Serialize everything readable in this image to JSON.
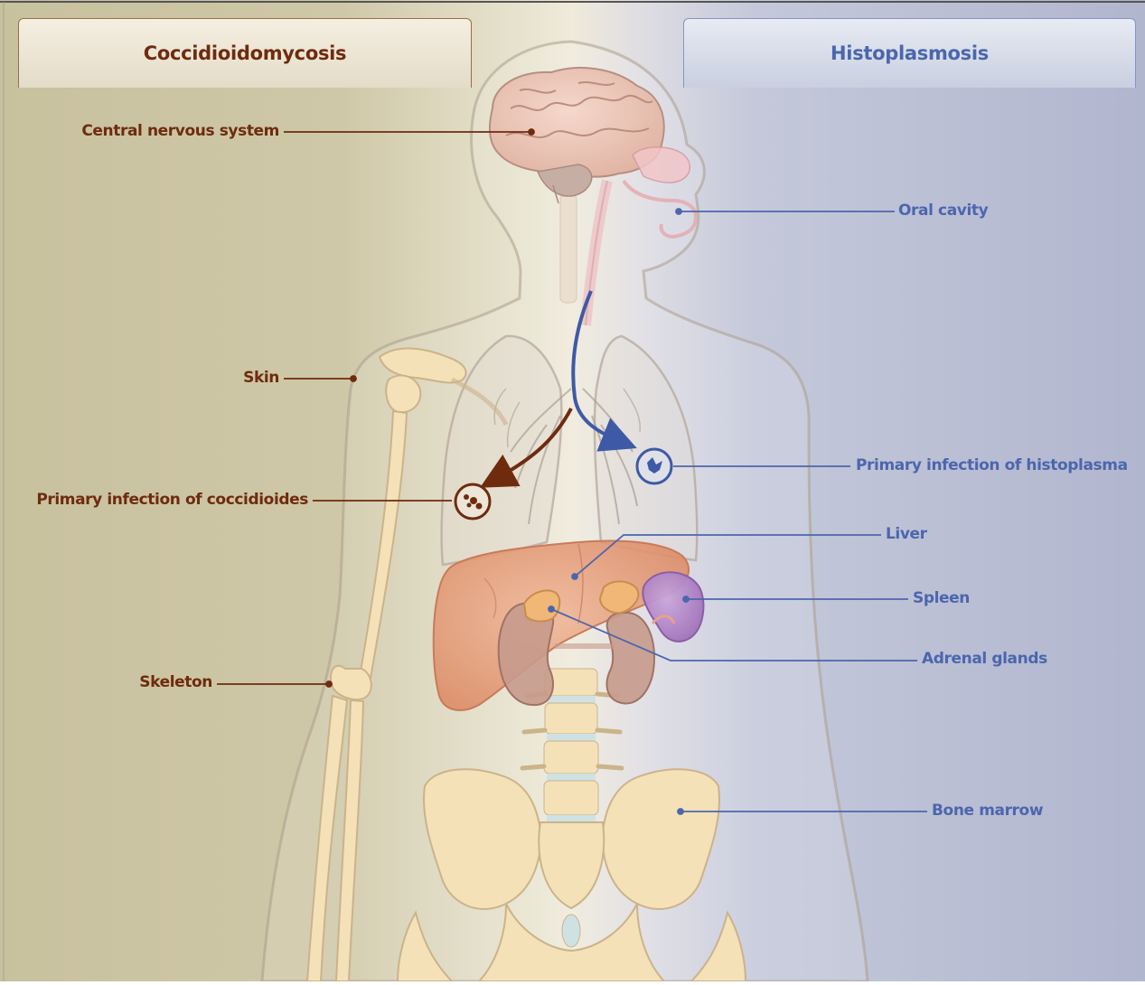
{
  "panels": {
    "left_title": "Coccidioidomycosis",
    "right_title": "Histoplasmosis"
  },
  "left_labels": {
    "cns": "Central nervous system",
    "skin": "Skin",
    "primary": "Primary infection of coccidioides",
    "skeleton": "Skeleton"
  },
  "right_labels": {
    "oral": "Oral cavity",
    "primary": "Primary infection of histoplasma",
    "liver": "Liver",
    "spleen": "Spleen",
    "adrenal": "Adrenal glands",
    "marrow": "Bone marrow"
  },
  "colors": {
    "cocci_brown": "#6e2b0e",
    "histo_blue": "#4c66ad",
    "left_bg": "#cbc4a1",
    "right_bg": "#b4b9d1",
    "liver": "#e6a07c",
    "spleen": "#b693c8",
    "adrenal": "#f0b776",
    "kidney": "#c69a8c",
    "bone": "#f4e1b8",
    "brain": "#ecc6b7"
  }
}
